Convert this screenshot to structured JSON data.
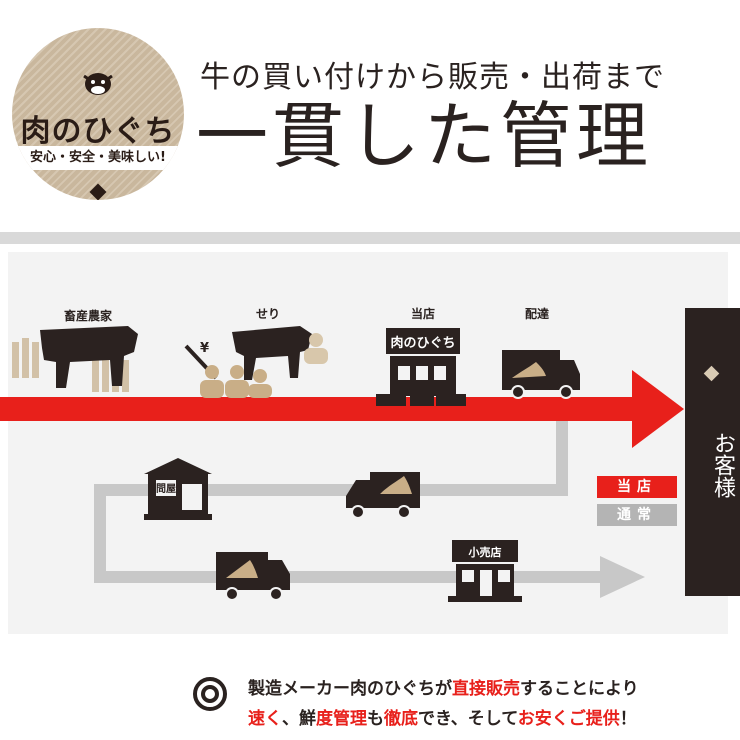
{
  "header": {
    "badge": {
      "logo": "肉のひぐち",
      "tagline": "安心・安全・美味しい!"
    },
    "subtitle": "牛の買い付けから販売・出荷まで",
    "headline": "一貫した管理"
  },
  "flow": {
    "stages": [
      {
        "label": "畜産農家"
      },
      {
        "label": "せり"
      },
      {
        "label": "当店"
      },
      {
        "label": "配達"
      }
    ],
    "store_sign": "肉のひぐち",
    "auction_mark": "¥",
    "wholesaler_label": "問屋",
    "retailer_label": "小売店",
    "customer": "お客様",
    "legend": {
      "our_store": "当店",
      "normal": "通常"
    },
    "colors": {
      "direct_route": "#e8201b",
      "normal_route": "#c8c8c8",
      "dark": "#2b2220",
      "accent": "#c9ae87"
    }
  },
  "footer": {
    "line1_a": "製造メーカー肉のひぐちが",
    "line1_b": "直接販売",
    "line1_c": "することにより",
    "line2_a": "速く",
    "line2_b": "、鮮",
    "line2_c": "度管理",
    "line2_d": "も",
    "line2_e": "徹底",
    "line2_f": "でき、そして",
    "line2_g": "お安く",
    "line2_h": "ご提供",
    "line2_i": "！"
  }
}
